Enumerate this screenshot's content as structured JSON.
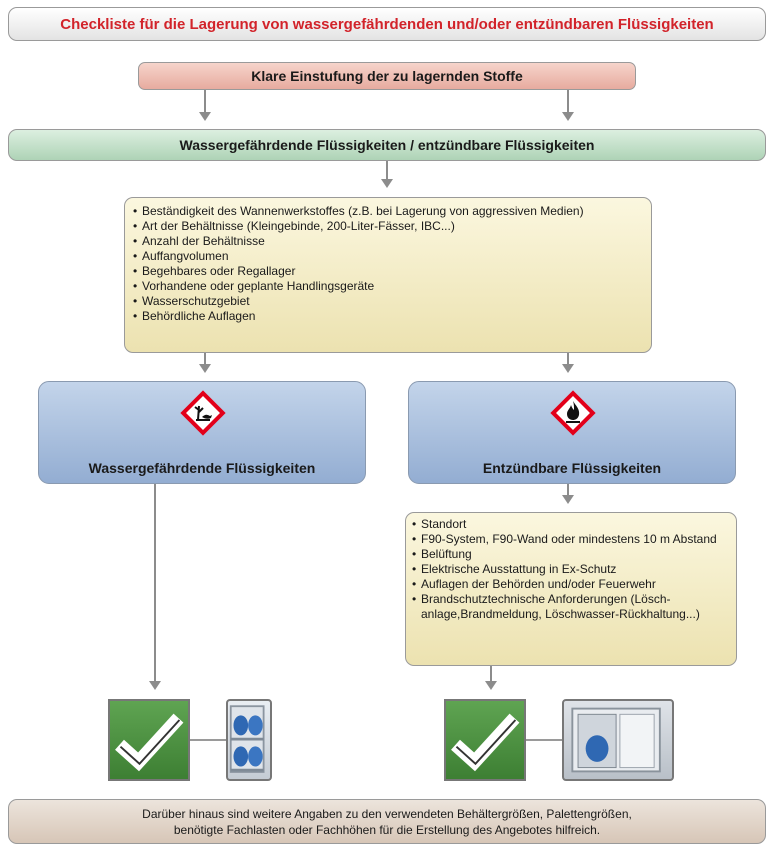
{
  "title": "Checkliste für die Lagerung von wassergefährdenden und/oder entzündbaren Flüssigkeiten",
  "classification": "Klare Einstufung der zu lagernden Stoffe",
  "liquid_types": "Wassergefährdende Flüssigkeiten / entzündbare Flüssigkeiten",
  "criteria": [
    "Beständigkeit des Wannenwerkstoffes (z.B. bei Lagerung von aggressiven Medien)",
    "Art der Behältnisse (Kleingebinde, 200-Liter-Fässer, IBC...)",
    "Anzahl der Behältnisse",
    "Auffangvolumen",
    "Begehbares oder Regallager",
    "Vorhandene oder geplante Handlingsgeräte",
    "Wasserschutzgebiet",
    "Behördliche Auflagen"
  ],
  "water_hazard": {
    "label": "Wassergefährdende Flüssigkeiten",
    "icon": "environment-hazard-icon"
  },
  "flammable": {
    "label": "Entzündbare Flüssigkeiten",
    "icon": "flame-hazard-icon"
  },
  "fire_requirements": [
    "Standort",
    "F90-System, F90-Wand oder mindestens 10 m Abstand",
    "Belüftung",
    "Elektrische Ausstattung in Ex-Schutz",
    "Auflagen der Behörden und/oder Feuerwehr",
    "Brandschutztechnische Anforderungen (Lösch-anlage,Brandmeldung, Löschwasser-Rückhaltung...)"
  ],
  "footer": {
    "line1": "Darüber hinaus sind weitere Angaben zu den verwendeten Behältergrößen, Palettengrößen,",
    "line2": "benötigte Fachlasten oder Fachhöhen für die Erstellung des Angebotes hilfreich."
  },
  "colors": {
    "title_text": "#d2232a",
    "classification_fill": "#e7ab9f",
    "liquids_fill": "#aed3b6",
    "checklist_fill": "#ece2b0",
    "category_fill": "#93add2",
    "check_fill": "#4a8f3f",
    "hazard_red": "#e2001a"
  }
}
